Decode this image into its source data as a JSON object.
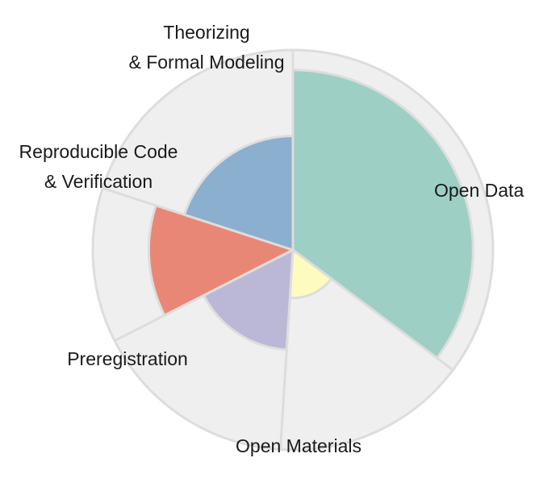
{
  "chart_data": {
    "type": "pie",
    "subtype": "polar-area",
    "background_color": "#efefef",
    "ring_stroke_color": "#dddddd",
    "category_order": "clockwise from top",
    "categories": [
      {
        "name": "open-data",
        "label_lines": [
          "Open Data"
        ],
        "share": 0.3525,
        "radius_fraction": 0.9,
        "color": "#9ecfc5"
      },
      {
        "name": "open-materials",
        "label_lines": [
          "Open Materials"
        ],
        "share": 0.1575,
        "radius_fraction": 0.24,
        "color": "#fdfbbe"
      },
      {
        "name": "preregistration",
        "label_lines": [
          "Preregistration"
        ],
        "share": 0.165,
        "radius_fraction": 0.5,
        "color": "#bbb7d6"
      },
      {
        "name": "reproducible-code-verification",
        "label_lines": [
          "Reproducible Code",
          "& Verification"
        ],
        "share": 0.125,
        "radius_fraction": 0.72,
        "color": "#e98777"
      },
      {
        "name": "theorizing-formal-modeling",
        "label_lines": [
          "Theorizing",
          "& Formal Modeling"
        ],
        "share": 0.2,
        "radius_fraction": 0.57,
        "color": "#8aafcf"
      }
    ]
  }
}
